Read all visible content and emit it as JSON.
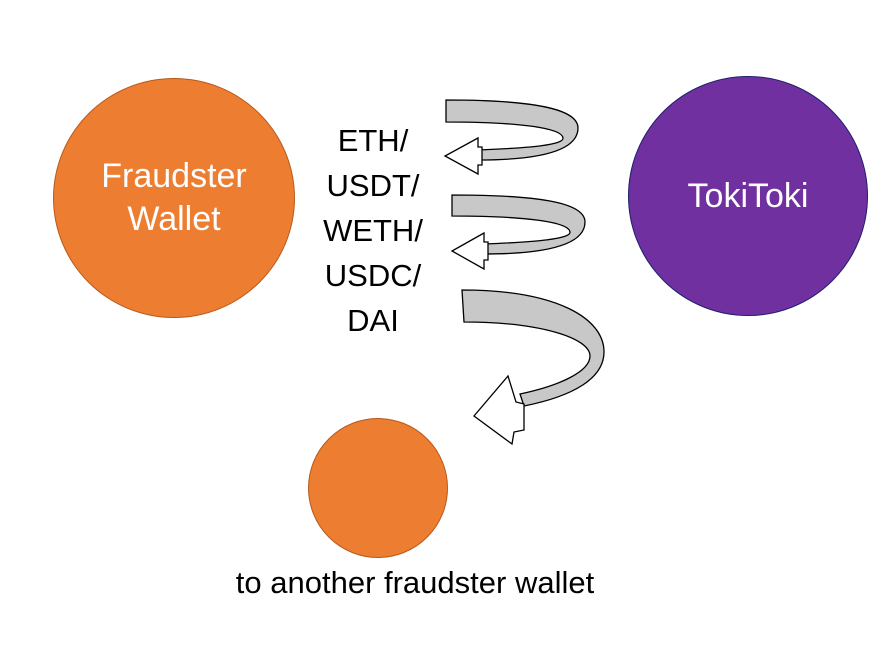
{
  "nodes": {
    "fraudster_wallet": {
      "label": "Fraudster\nWallet",
      "color": "#ed7d31"
    },
    "tokitoki": {
      "label": "TokiToki",
      "color": "#7030a0"
    },
    "another_wallet": {
      "label": "",
      "color": "#ed7d31"
    }
  },
  "tokens": [
    "ETH/",
    "USDT/",
    "WETH/",
    "USDC/",
    "DAI"
  ],
  "caption": "to another fraudster wallet",
  "arrow_color": "#c8c8c8"
}
